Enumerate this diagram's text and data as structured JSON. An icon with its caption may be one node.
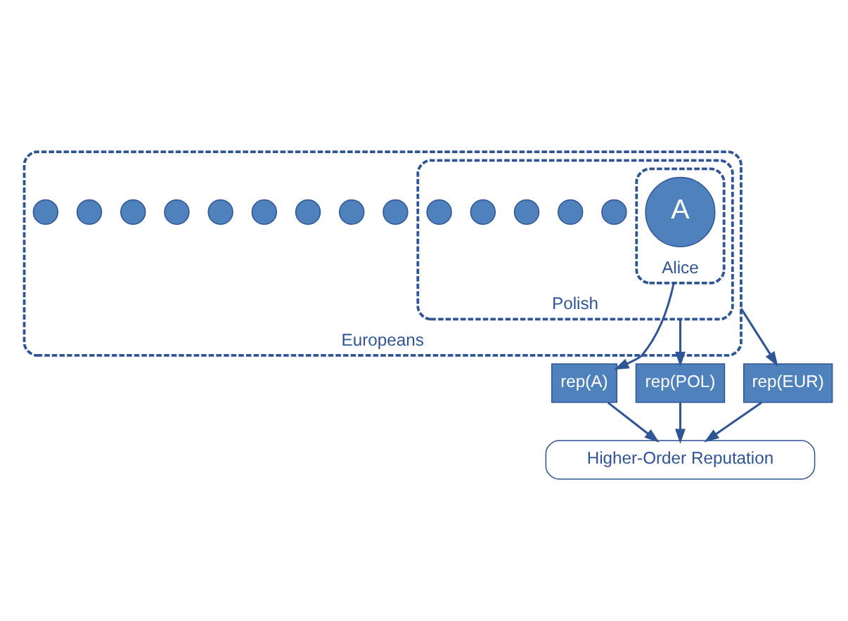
{
  "diagram": {
    "nodes": [
      {
        "text": [
          "Europeans"
        ]
      },
      {
        "text": [
          "Polish"
        ],
        "in": 0
      },
      {
        "text": [
          "Alice"
        ],
        "in": 1
      },
      {
        "text": [
          "A"
        ],
        "in": 2
      },
      {
        "text": [],
        "shape": "circle",
        "in": 1
      },
      {
        "text": [],
        "shape": "circle",
        "in": 1
      },
      {
        "text": [],
        "shape": "circle",
        "in": 1
      },
      {
        "text": [],
        "shape": "circle",
        "in": 1
      },
      {
        "text": [],
        "shape": "circle",
        "in": 1
      },
      {
        "text": [],
        "shape": "circle",
        "in": 0
      },
      {
        "text": [],
        "shape": "circle",
        "in": 0
      },
      {
        "text": [],
        "shape": "circle",
        "in": 0
      },
      {
        "text": [],
        "shape": "circle",
        "in": 0
      },
      {
        "text": [],
        "shape": "circle",
        "in": 0
      },
      {
        "text": [],
        "shape": "circle",
        "in": 0
      },
      {
        "text": [],
        "shape": "circle",
        "in": 0
      },
      {
        "text": [],
        "shape": "circle",
        "in": 0
      },
      {
        "text": [],
        "shape": "circle",
        "in": 0
      },
      {
        "text": [
          "rep(A)"
        ]
      },
      {
        "text": [
          "rep(POL)"
        ]
      },
      {
        "text": [
          "rep(EUR)"
        ]
      },
      {
        "text": [
          "Higher-Order Reputation"
        ]
      }
    ],
    "edges": [
      {
        "from": 2,
        "to": 18,
        "arrow": "to"
      },
      {
        "from": 1,
        "to": 19,
        "arrow": "to"
      },
      {
        "from": 0,
        "to": 20,
        "arrow": "to"
      },
      {
        "from": 18,
        "to": 21,
        "arrow": "to"
      },
      {
        "from": 19,
        "to": 21,
        "arrow": "to"
      },
      {
        "from": 20,
        "to": 21,
        "arrow": "to"
      }
    ]
  }
}
